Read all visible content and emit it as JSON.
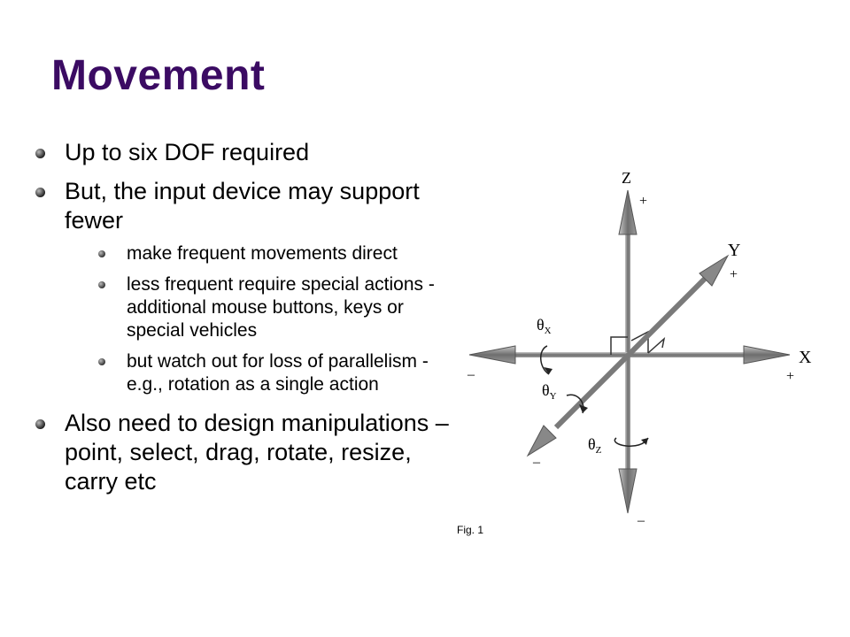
{
  "slide": {
    "title": "Movement",
    "bullets": [
      {
        "text": "Up to six DOF required"
      },
      {
        "text": "But, the input device may support fewer",
        "sub": [
          {
            "text": "make frequent movements direct"
          },
          {
            "text": "less frequent require special actions - additional mouse buttons, keys or special vehicles"
          },
          {
            "text": "but watch out for loss of parallelism - e.g., rotation as a single action"
          }
        ]
      },
      {
        "text": "Also need to design manipulations – point, select, drag, rotate, resize, carry etc"
      }
    ]
  },
  "figure": {
    "axes": {
      "z": "Z",
      "y": "Y",
      "x": "X",
      "plus": "+",
      "minus": "–"
    },
    "theta_symbol": "θ",
    "theta_subs": {
      "x": "X",
      "y": "Y",
      "z": "Z"
    },
    "caption": "Fig. 1",
    "colors": {
      "axis": "#8a8a8a",
      "axis_dark": "#555555"
    }
  }
}
